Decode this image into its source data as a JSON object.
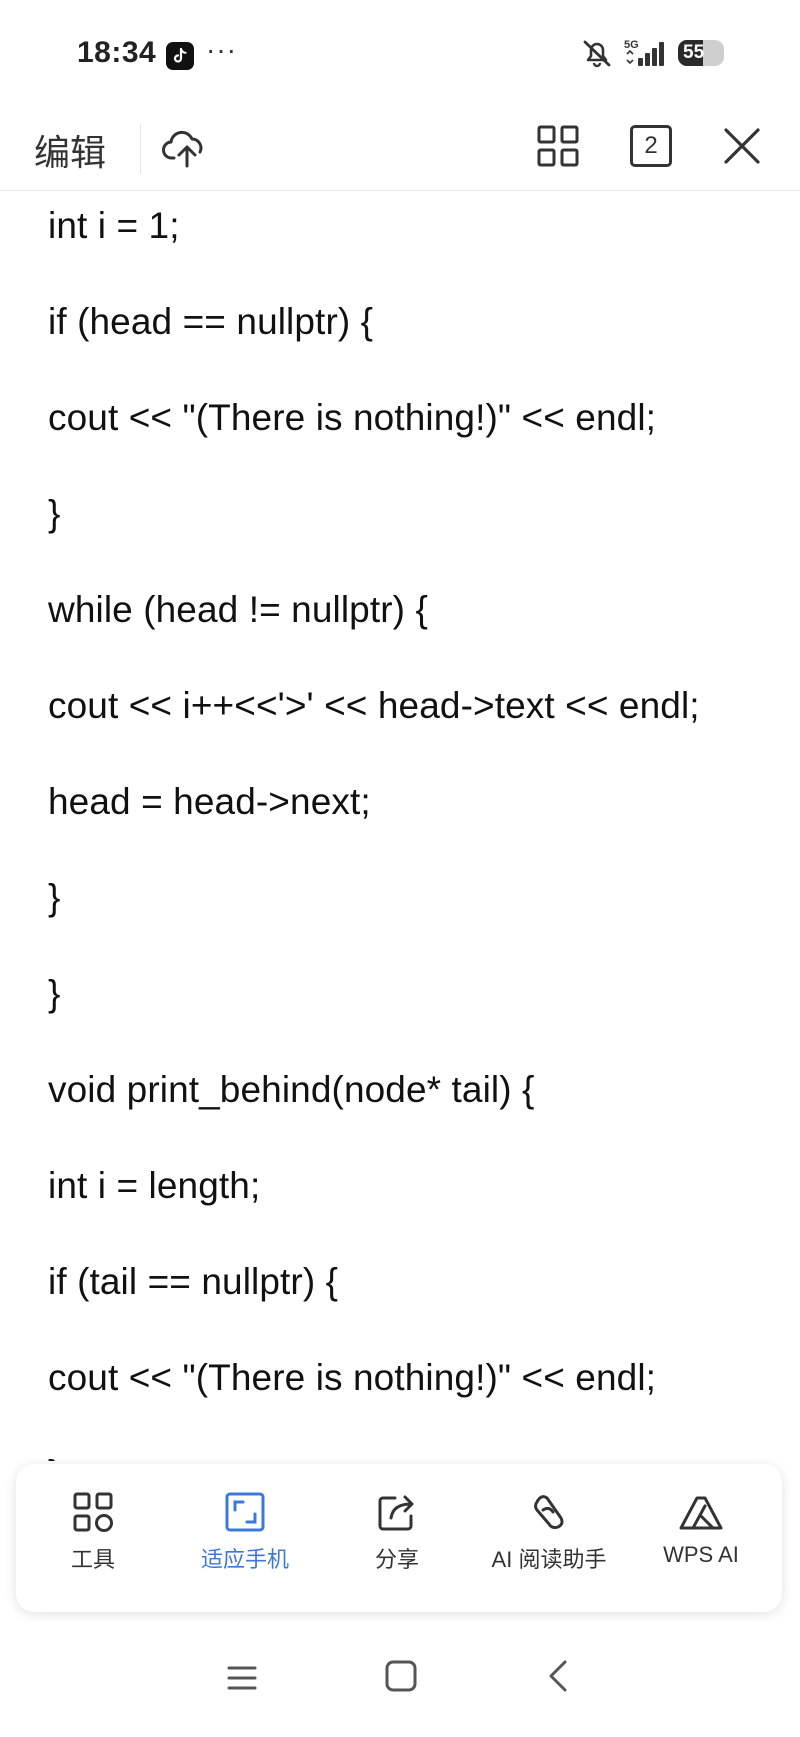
{
  "status_bar": {
    "time": "18:34",
    "dots": "···",
    "network": "5G",
    "battery": "55"
  },
  "toolbar": {
    "edit_label": "编辑",
    "page_count": "2"
  },
  "document": {
    "lines": [
      "int i = 1;",
      "if (head == nullptr) {",
      "cout << \"(There is nothing!)\" << endl;",
      "}",
      "while (head != nullptr) {",
      "cout << i++<<'>' << head->text << endl;",
      "head = head->next;",
      "}",
      "}",
      "void print_behind(node* tail) {",
      "int i = length;",
      "if (tail == nullptr) {",
      "cout << \"(There is nothing!)\" << endl;",
      "}"
    ]
  },
  "action_bar": {
    "items": [
      {
        "label": "工具",
        "icon": "tools-icon"
      },
      {
        "label": "适应手机",
        "icon": "fit-screen-icon",
        "active": true
      },
      {
        "label": "分享",
        "icon": "share-icon"
      },
      {
        "label": "AI 阅读助手",
        "icon": "ai-reading-icon"
      },
      {
        "label": "WPS AI",
        "icon": "wps-ai-icon"
      }
    ],
    "active_color": "#3c78d8"
  },
  "nav_bar": {
    "icons": [
      "menu-icon",
      "home-icon",
      "back-icon"
    ]
  }
}
